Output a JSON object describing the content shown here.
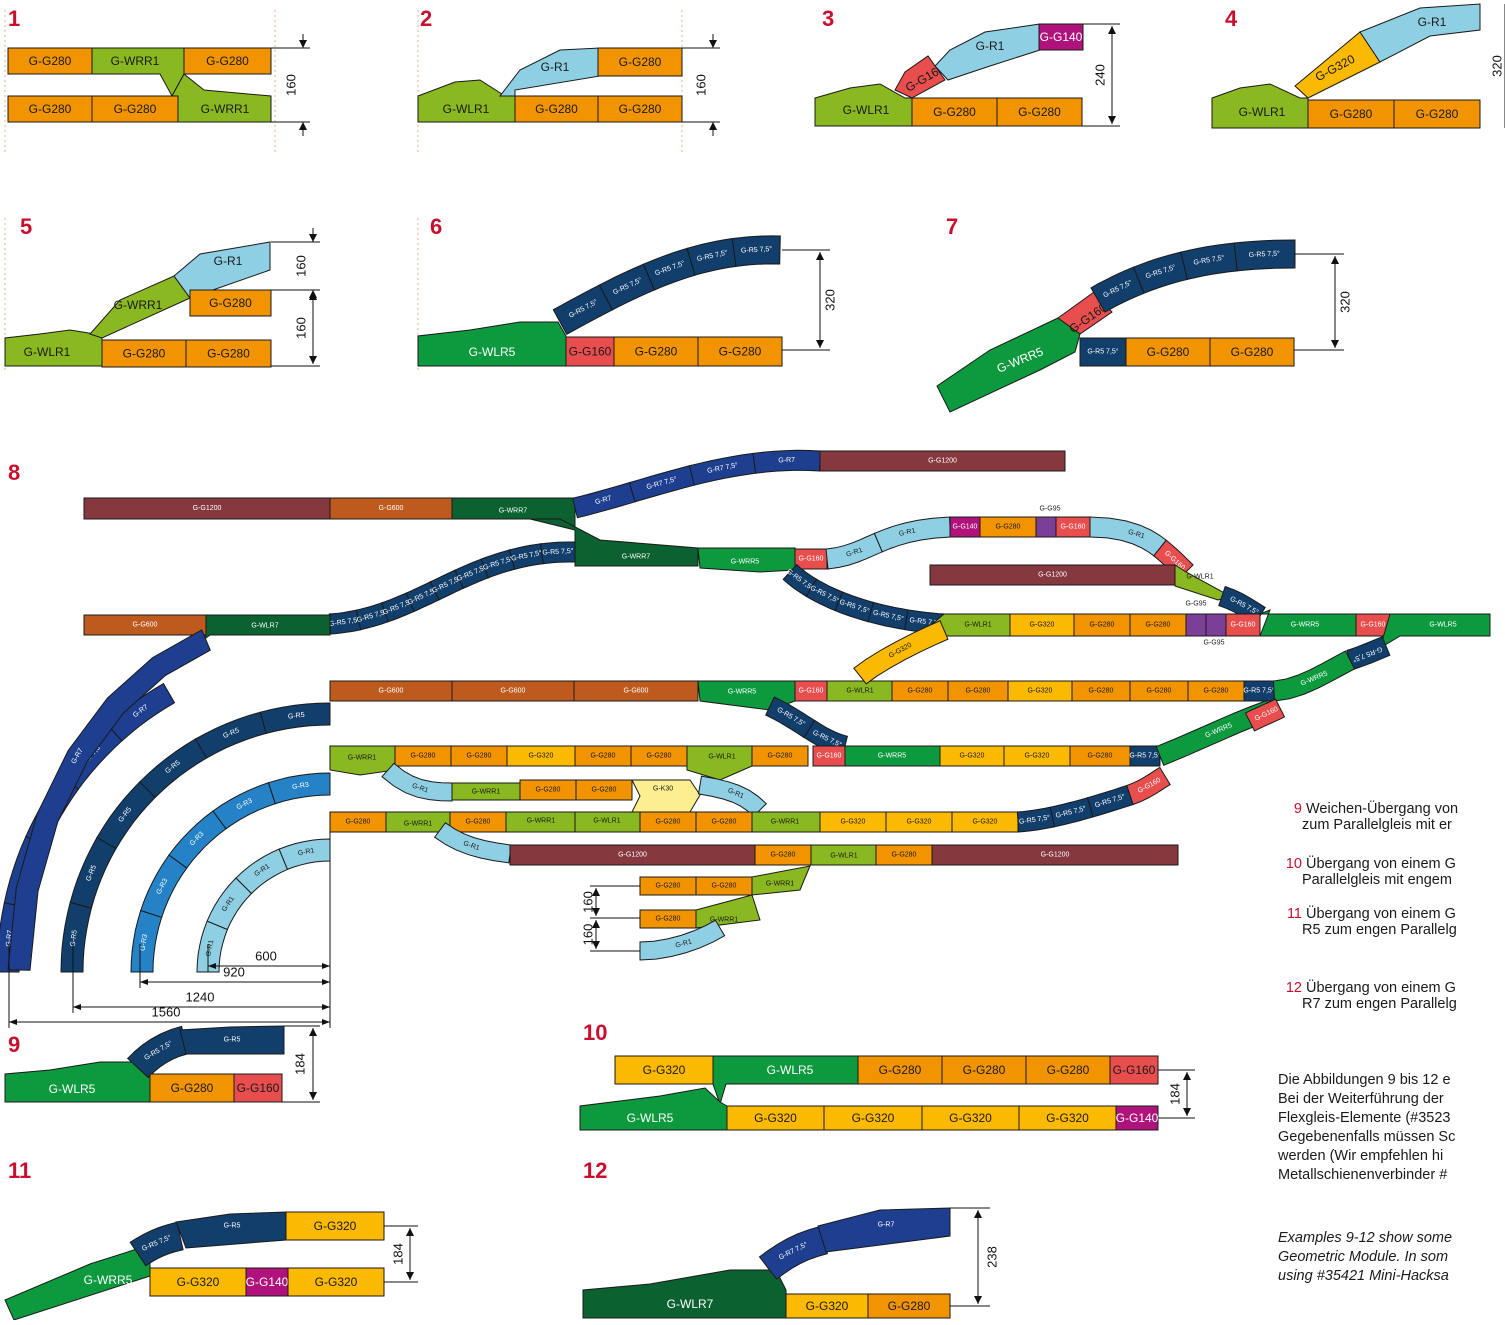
{
  "panels": {
    "p1": {
      "number": "1",
      "top": [
        "G-G280",
        "G-WRR1",
        "G-G280"
      ],
      "bottom": [
        "G-G280",
        "G-G280",
        "G-WRR1"
      ],
      "dimension": "160"
    },
    "p2": {
      "number": "2",
      "pieces": [
        "G-WLR1",
        "G-R1",
        "G-G280",
        "G-G280",
        "G-G280"
      ],
      "dimension": "160"
    },
    "p3": {
      "number": "3",
      "pieces": [
        "G-WLR1",
        "G-G160",
        "G-R1",
        "G-G140",
        "G-G280",
        "G-G280"
      ],
      "dimension": "240"
    },
    "p4": {
      "number": "4",
      "pieces": [
        "G-WLR1",
        "G-G320",
        "G-R1",
        "G-G280",
        "G-G280"
      ],
      "dimension": "320"
    },
    "p5": {
      "number": "5",
      "pieces": [
        "G-WLR1",
        "G-WRR1",
        "G-R1",
        "G-G280",
        "G-G280",
        "G-G280"
      ],
      "dimensions": [
        "160",
        "160"
      ]
    },
    "p6": {
      "number": "6",
      "pieces": [
        "G-WLR5",
        "G-R5 7,5°",
        "G-R5 7,5°",
        "G-R5 7,5°",
        "G-R5 7,5°",
        "G-R5 7,5°",
        "G-G160",
        "G-G280",
        "G-G280"
      ],
      "dimension": "320"
    },
    "p7": {
      "number": "7",
      "pieces": [
        "G-WRR5",
        "G-G160",
        "G-R5 7,5°",
        "G-R5 7,5°",
        "G-R5 7,5°",
        "G-R5 7,5°",
        "G-R5 7,5°",
        "G-G280",
        "G-G280"
      ],
      "dimension": "320"
    },
    "p8": {
      "number": "8",
      "labels": {
        "g1200": "G-G1200",
        "g600": "G-G600",
        "wrr7": "G-WRR7",
        "wlr7": "G-WLR7",
        "r7": "G-R7",
        "r7s": "G-R7 7,5°",
        "r5": "G-R5",
        "r5s": "G-R5 7,5°",
        "r3": "G-R3",
        "r1": "G-R1",
        "wrr5": "G-WRR5",
        "wlr5": "G-WLR5",
        "wlr1": "G-WLR1",
        "wrr1": "G-WRR1",
        "g95": "G-G95",
        "g140": "G-G140",
        "g160": "G-G160",
        "g280": "G-G280",
        "g320": "G-G320",
        "k30": "G-K30"
      },
      "dims": [
        "160",
        "160",
        "600",
        "920",
        "1240",
        "1560"
      ]
    },
    "p9": {
      "number": "9",
      "pieces": [
        "G-WLR5",
        "G-R5 7,5°",
        "G-R5",
        "G-G280",
        "G-G160"
      ],
      "dimension": "184"
    },
    "p10": {
      "number": "10",
      "top": [
        "G-G320",
        "G-WLR5",
        "G-G280",
        "G-G280",
        "G-G280",
        "G-G160"
      ],
      "bottom": [
        "G-WLR5",
        "G-G320",
        "G-G320",
        "G-G320",
        "G-G320",
        "G-G140"
      ],
      "dimension": "184"
    },
    "p11": {
      "number": "11",
      "pieces": [
        "G-WRR5",
        "G-R5 7,5°",
        "G-R5",
        "G-G320",
        "G-G320",
        "G-G140",
        "G-G320"
      ],
      "dimension": "184"
    },
    "p12": {
      "number": "12",
      "pieces": [
        "G-WLR7",
        "G-R7 7,5°",
        "G-R7",
        "G-G320",
        "G-G280"
      ],
      "dimension": "238"
    }
  },
  "side_notes": [
    {
      "n": "9",
      "l1": "Weichen-Übergang von",
      "l2": "zum Parallelgleis mit er"
    },
    {
      "n": "10",
      "l1": "Übergang von einem G",
      "l2": "Parallelgleis mit engem"
    },
    {
      "n": "11",
      "l1": "Übergang von einem G",
      "l2": "R5 zum engen Parallelg"
    },
    {
      "n": "12",
      "l1": "Übergang von einem G",
      "l2": "R7 zum engen Parallelg"
    }
  ],
  "paragraph_de": [
    "Die Abbildungen 9 bis 12 e",
    "Bei der Weiterführung der",
    "Flexgleis-Elemente (#3523",
    "Gegebenenfalls müssen Sc",
    "werden (Wir empfehlen hi",
    "Metallschienenverbinder #"
  ],
  "paragraph_en": [
    "Examples 9-12 show some",
    "Geometric Module. In som",
    "using #35421 Mini-Hacksa"
  ],
  "colors": {
    "g280": "#f29400",
    "g320": "#fbb900",
    "g160": "#e84e4e",
    "g140": "#b0127c",
    "g95": "#7b3f98",
    "wlr1": "#8ab820",
    "r1": "#8fcfe3",
    "r3": "#2582c6",
    "r5": "#123e6b",
    "r7": "#1e3f8f",
    "wlr5": "#0d9a3f",
    "wlr7": "#0b6130",
    "g600": "#bf5a1e",
    "g1200": "#86383f",
    "k30": "#fdef8f",
    "number": "#c8102e"
  }
}
